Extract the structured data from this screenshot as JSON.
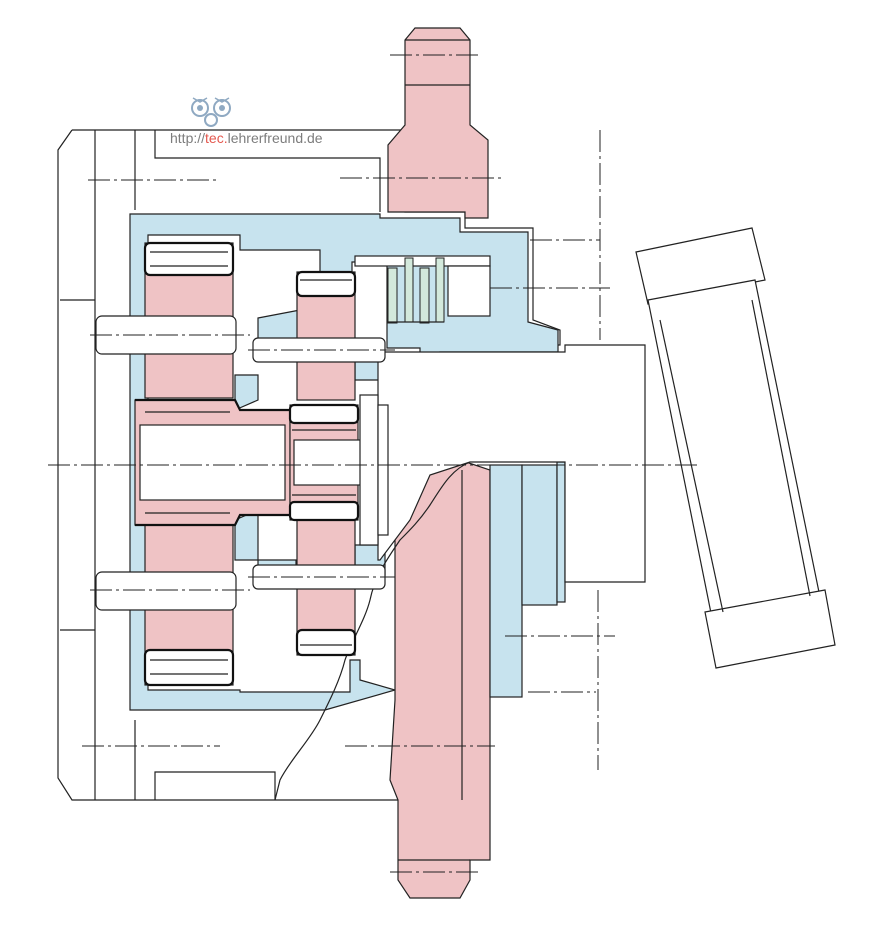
{
  "watermark": {
    "url_prefix": "http://",
    "url_highlight": "tec.",
    "url_suffix": "lehrerfreund.de"
  },
  "colors": {
    "gear_red": "#efc3c5",
    "housing_blue": "#c7e3ee",
    "bearing_green": "#d3e9dc",
    "outline": "#222222",
    "watermark_gray": "#7d7d7d",
    "watermark_accent": "#e4584f"
  }
}
